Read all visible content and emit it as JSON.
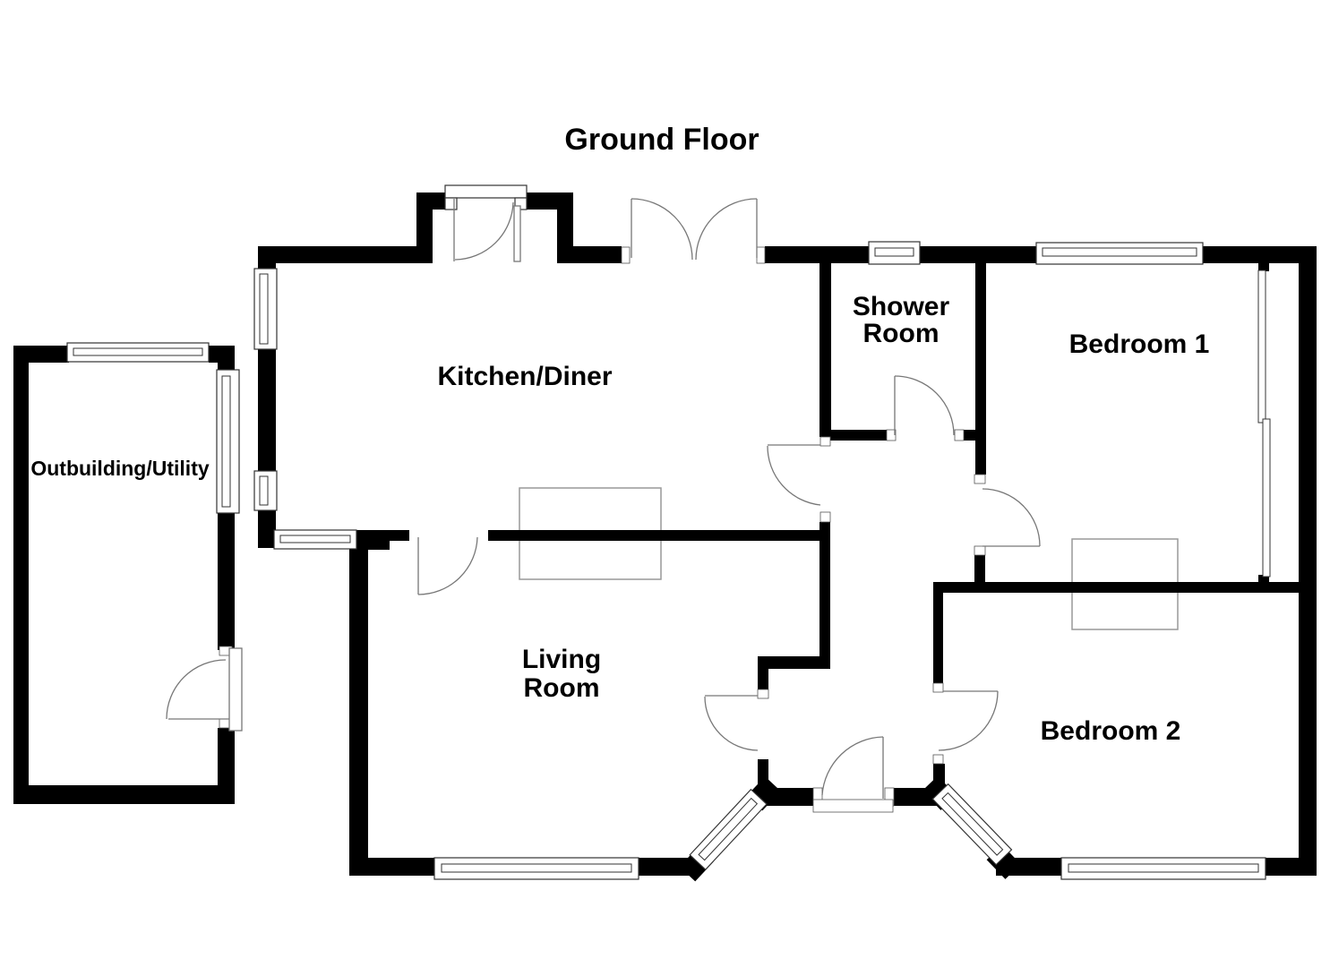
{
  "title": "Ground Floor",
  "rooms": {
    "kitchen": {
      "label": "Kitchen/Diner"
    },
    "shower": {
      "line1": "Shower",
      "line2": "Room"
    },
    "bedroom1": {
      "label": "Bedroom 1"
    },
    "outbuilding": {
      "label": "Outbuilding/Utility"
    },
    "living": {
      "line1": "Living",
      "line2": "Room"
    },
    "bedroom2": {
      "label": "Bedroom 2"
    }
  },
  "colors": {
    "wall": "#000000",
    "background": "#ffffff",
    "door_arc": "#777777",
    "window_frame": "#333333",
    "furniture": "#999999"
  }
}
